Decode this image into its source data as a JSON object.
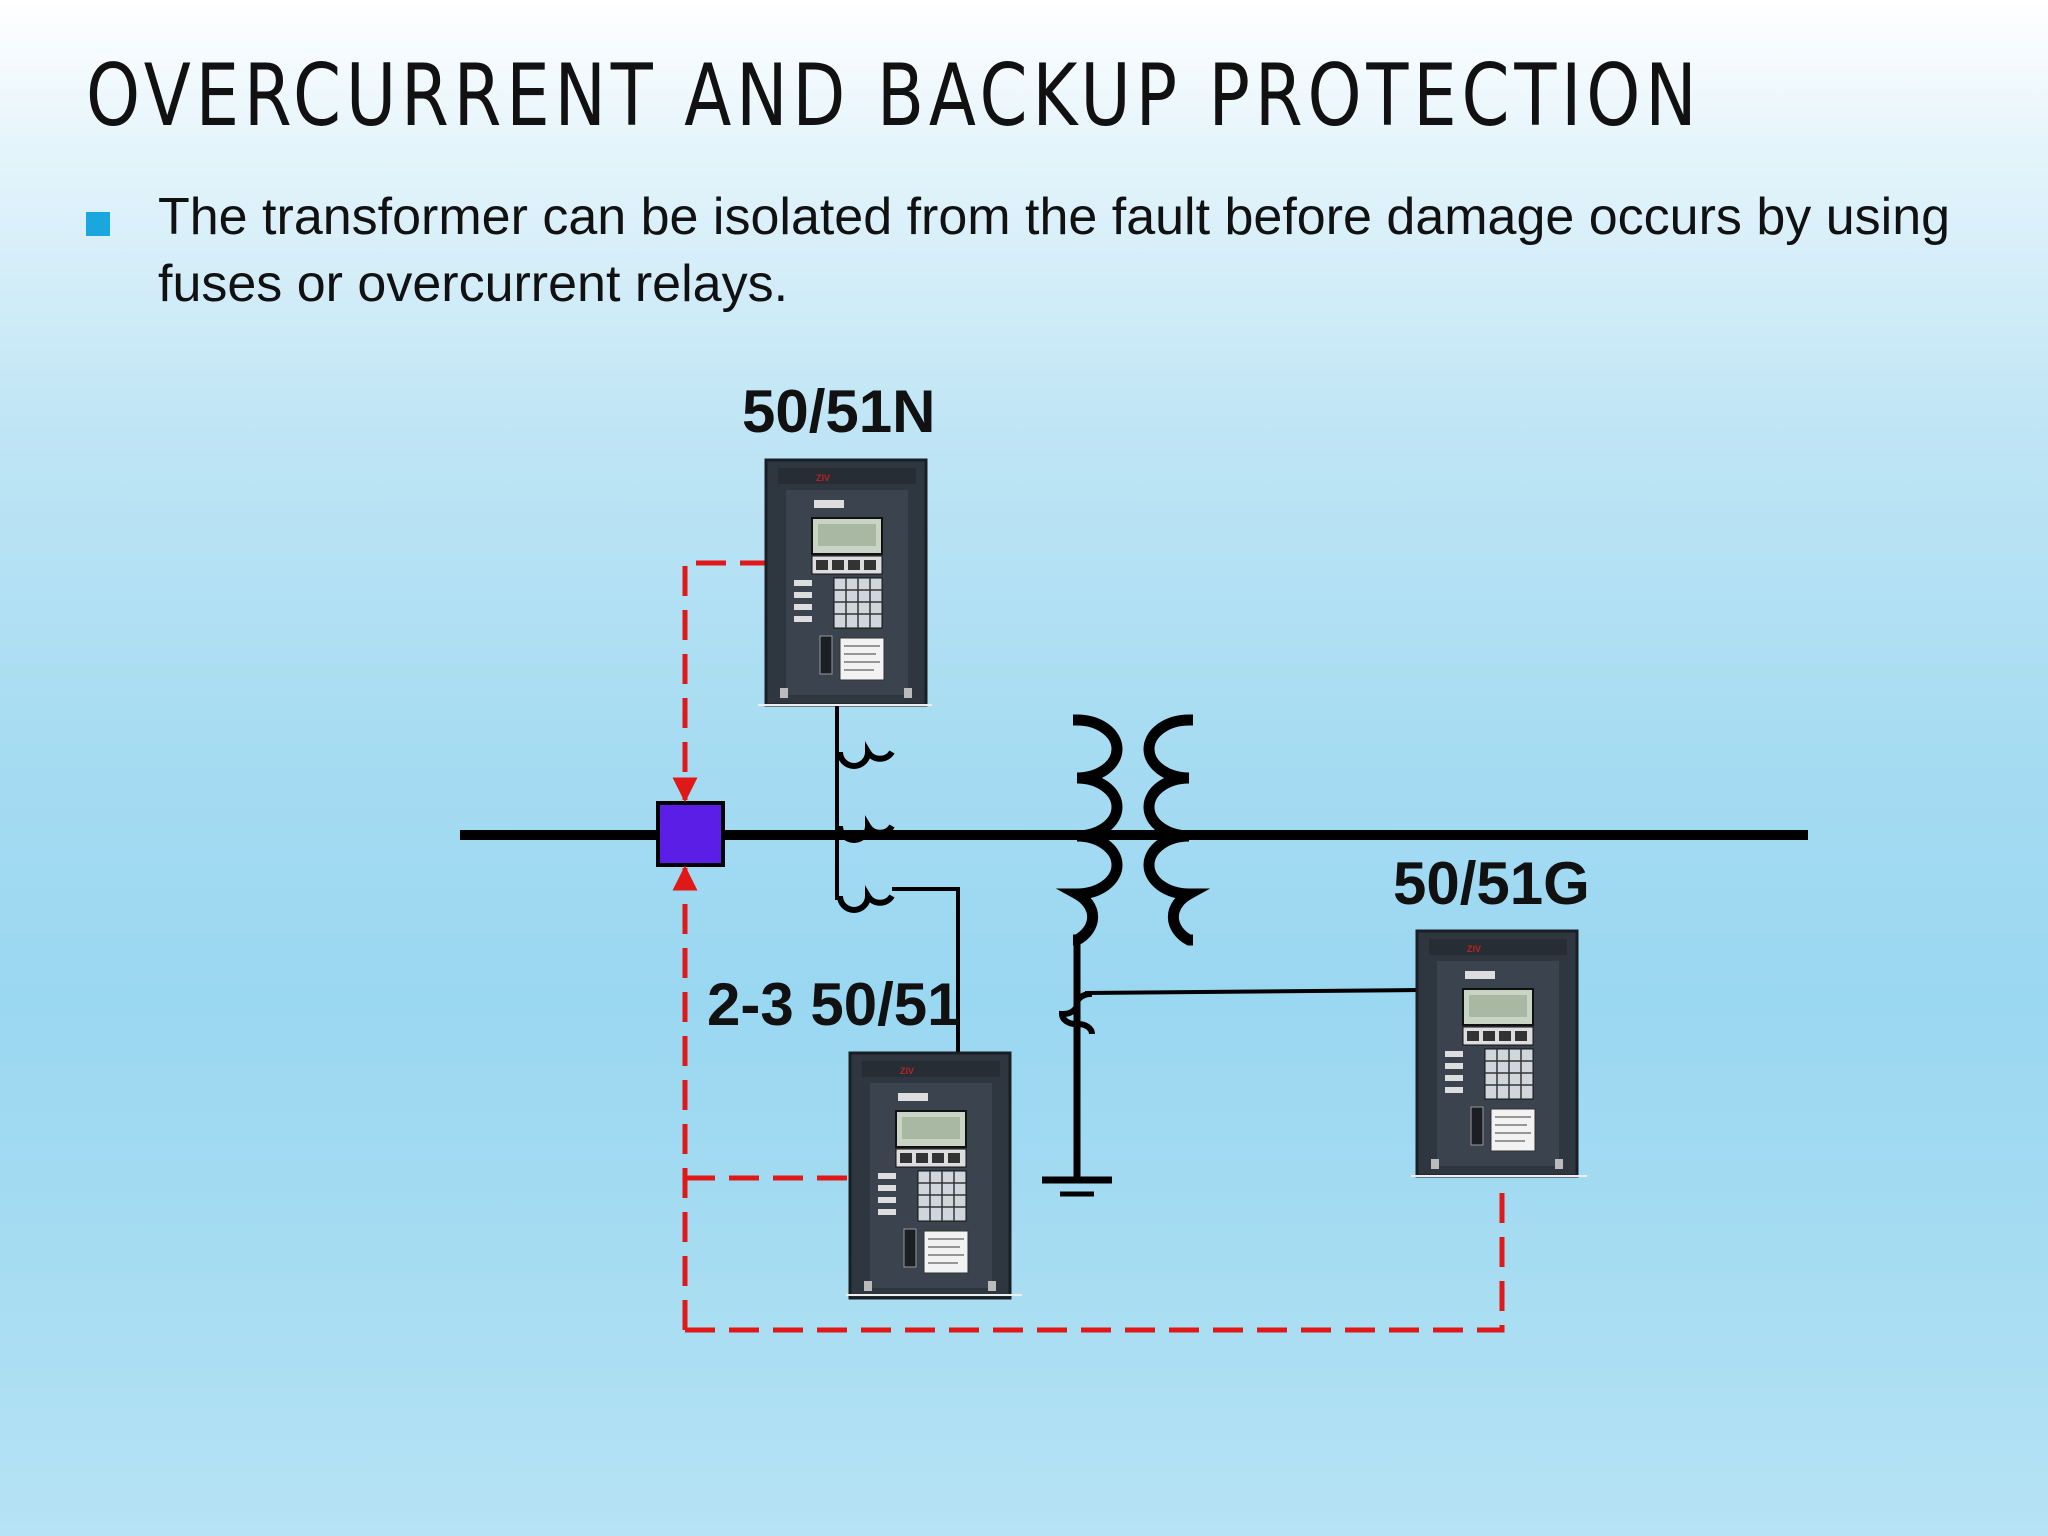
{
  "slide": {
    "title": "OVERCURRENT AND BACKUP PROTECTION",
    "bullet": "The transformer can be isolated from the fault before damage occurs by using fuses or overcurrent relays."
  },
  "diagram": {
    "labels": {
      "relay_top": "50/51N",
      "relay_right": "50/51G",
      "relay_bottom": "2-3 50/51"
    },
    "relay_brand": "ZIV",
    "colors": {
      "line": "#000000",
      "trip_signal": "#e01818",
      "breaker_fill": "#5a1ee6",
      "bullet": "#1aa7dd"
    },
    "icons": {
      "breaker": "circuit-breaker-square-icon",
      "transformer": "power-transformer-icon",
      "ct": "current-transformer-icon",
      "ground": "ground-icon",
      "relay": "protection-relay-device-icon"
    }
  }
}
